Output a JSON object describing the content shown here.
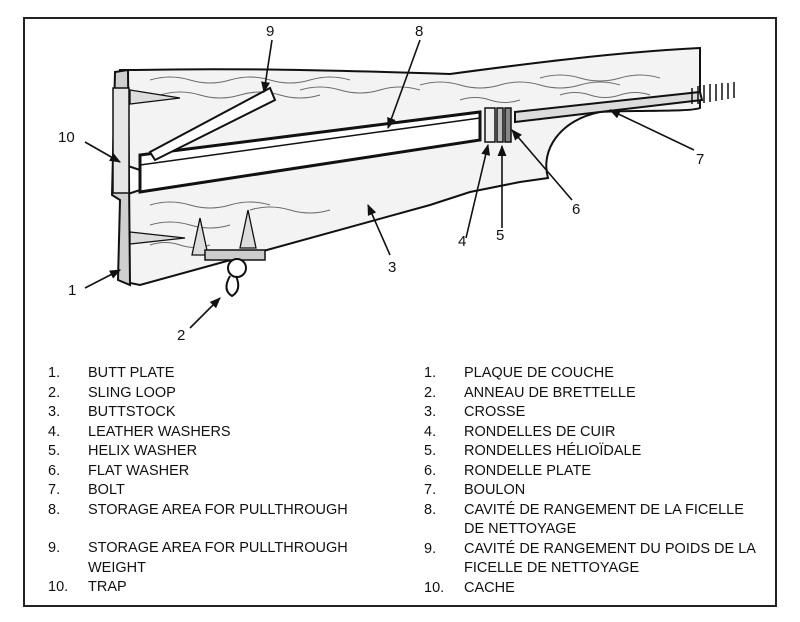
{
  "callouts": [
    "1",
    "2",
    "3",
    "4",
    "5",
    "6",
    "7",
    "8",
    "9",
    "10"
  ],
  "legend_en": [
    {
      "num": "1.",
      "text": "BUTT PLATE"
    },
    {
      "num": "2.",
      "text": "SLING LOOP"
    },
    {
      "num": "3.",
      "text": "BUTTSTOCK"
    },
    {
      "num": "4.",
      "text": "LEATHER WASHERS"
    },
    {
      "num": "5.",
      "text": "HELIX WASHER"
    },
    {
      "num": "6.",
      "text": "FLAT WASHER"
    },
    {
      "num": "7.",
      "text": "BOLT"
    },
    {
      "num": "8.",
      "text": "STORAGE AREA FOR PULLTHROUGH"
    },
    {
      "num": "9.",
      "text": "STORAGE AREA FOR PULLTHROUGH WEIGHT"
    },
    {
      "num": "10.",
      "text": "TRAP"
    }
  ],
  "legend_fr": [
    {
      "num": "1.",
      "text": "PLAQUE DE COUCHE"
    },
    {
      "num": "2.",
      "text": "ANNEAU DE BRETTELLE"
    },
    {
      "num": "3.",
      "text": "CROSSE"
    },
    {
      "num": "4.",
      "text": "RONDELLES DE CUIR"
    },
    {
      "num": "5.",
      "text": "RONDELLES HÉLIOÏDALE"
    },
    {
      "num": "6.",
      "text": "RONDELLE PLATE"
    },
    {
      "num": "7.",
      "text": "BOULON"
    },
    {
      "num": "8.",
      "text": "CAVITÉ DE RANGEMENT DE LA FICELLE DE NETTOYAGE"
    },
    {
      "num": "9.",
      "text": "CAVITÉ DE RANGEMENT DU POIDS DE LA FICELLE DE NETTOYAGE"
    },
    {
      "num": "10.",
      "text": "CACHE"
    }
  ]
}
